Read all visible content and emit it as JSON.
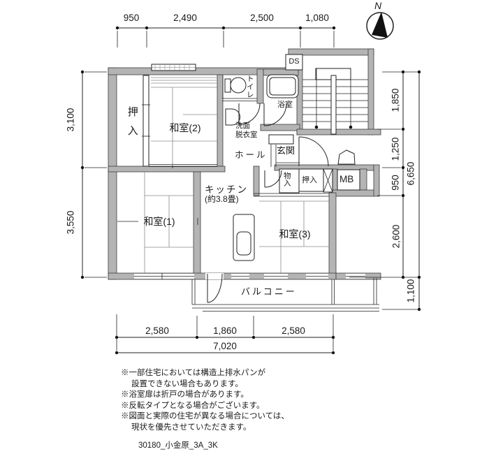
{
  "compass": {
    "label": "N"
  },
  "dimensions": {
    "top": [
      "950",
      "2,490",
      "2,500",
      "1,080"
    ],
    "left": [
      "3,100",
      "3,550"
    ],
    "right": [
      "1,850",
      "1,250",
      "950",
      "2,600",
      "6,650",
      "1,100"
    ],
    "bottom": [
      "2,580",
      "1,860",
      "2,580",
      "7,020"
    ]
  },
  "rooms": {
    "oshiire_upper": "押入",
    "washitsu_2": "和室(2)",
    "toilet": "トイレ",
    "bath": "浴室",
    "duct_space": "DS",
    "washroom_line_1": "洗面",
    "washroom_line_2": "脱衣室",
    "hall": "ホール",
    "entrance": "玄関",
    "kitchen_line_1": "キッチン",
    "kitchen_line_2": "(約3.8畳)",
    "storage": "物入",
    "oshiire_lower": "押入",
    "meter_box": "MB",
    "washitsu_1": "和室(1)",
    "washitsu_3": "和室(3)",
    "balcony": "バルコニー"
  },
  "notes": [
    "※一部住宅においては構造上排水パンが",
    "設置できない場合もあります。",
    "※浴室扉は折戸の場合があります。",
    "※反転タイプとなる場合がございます。",
    "※図面と実際の住宅が異なる場合については、",
    "現状を優先させていただきます。"
  ],
  "drawing_id": "30180_小金原_3A_3K",
  "colors": {
    "wall_fill": "#b4b4b4",
    "line": "#222222"
  }
}
